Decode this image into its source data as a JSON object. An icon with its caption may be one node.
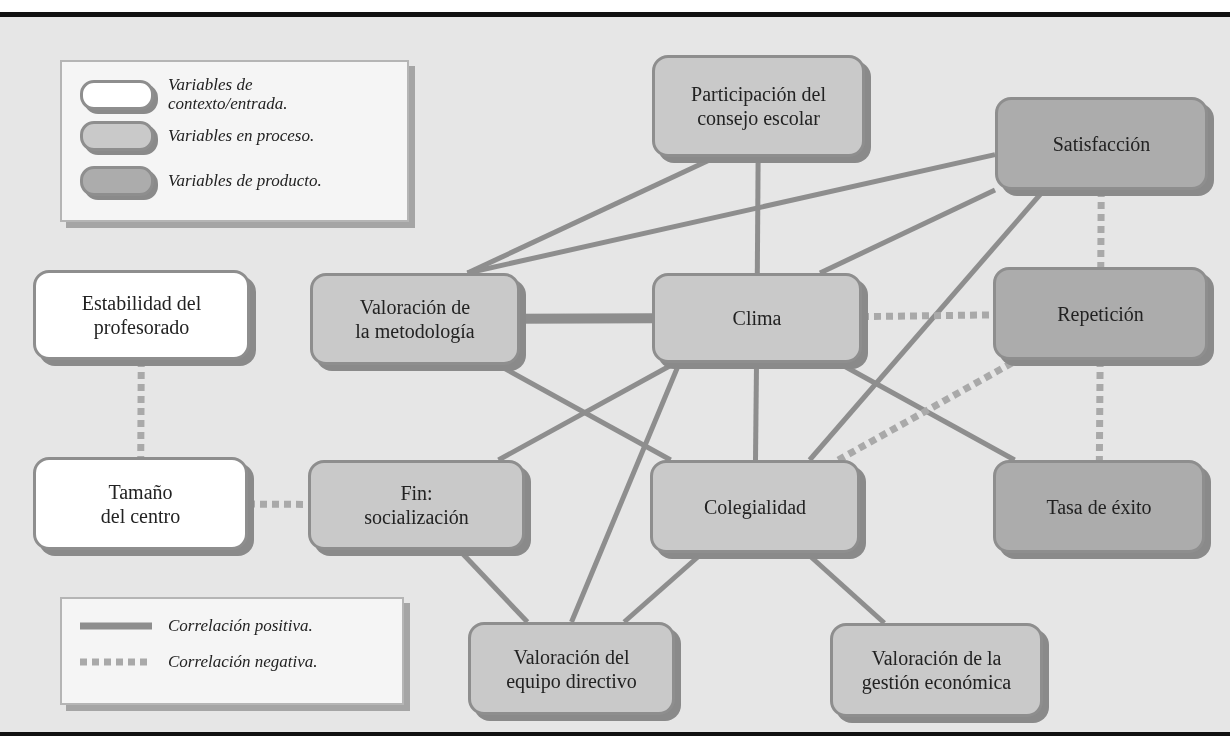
{
  "diagram": {
    "nodes": [
      {
        "text": [
          "Participación del consejo escolar"
        ]
      },
      {
        "text": [
          "Satisfacción"
        ]
      },
      {
        "text": [
          "Estabilidad del profesorado"
        ]
      },
      {
        "text": [
          "Valoración de la metodología"
        ]
      },
      {
        "text": [
          "Clima"
        ]
      },
      {
        "text": [
          "Repetición"
        ]
      },
      {
        "text": [
          "Tamaño del centro"
        ]
      },
      {
        "text": [
          "Fin: socialización"
        ]
      },
      {
        "text": [
          "Colegialidad"
        ]
      },
      {
        "text": [
          "Tasa de éxito"
        ]
      },
      {
        "text": [
          "Valoración del equipo directivo"
        ]
      },
      {
        "text": [
          "Valoración de la gestión económica"
        ]
      }
    ],
    "edges": [
      {
        "from": 0,
        "to": 3,
        "arrow": "none"
      },
      {
        "from": 0,
        "to": 4,
        "arrow": "none"
      },
      {
        "from": 1,
        "to": 3,
        "arrow": "none"
      },
      {
        "from": 1,
        "to": 4,
        "arrow": "none"
      },
      {
        "from": 1,
        "to": 8,
        "arrow": "none"
      },
      {
        "from": 3,
        "to": 4,
        "arrow": "none",
        "style": "thick"
      },
      {
        "from": 3,
        "to": 8,
        "arrow": "none"
      },
      {
        "from": 4,
        "to": 7,
        "arrow": "none"
      },
      {
        "from": 4,
        "to": 10,
        "arrow": "none"
      },
      {
        "from": 4,
        "to": 8,
        "arrow": "none"
      },
      {
        "from": 4,
        "to": 9,
        "arrow": "none"
      },
      {
        "from": 7,
        "to": 10,
        "arrow": "none"
      },
      {
        "from": 8,
        "to": 10,
        "arrow": "none"
      },
      {
        "from": 8,
        "to": 11,
        "arrow": "none"
      },
      {
        "from": 2,
        "to": 6,
        "arrow": "none",
        "style": "dashed"
      },
      {
        "from": 6,
        "to": 7,
        "arrow": "none",
        "style": "dashed"
      },
      {
        "from": 4,
        "to": 5,
        "arrow": "none",
        "style": "dashed"
      },
      {
        "from": 1,
        "to": 5,
        "arrow": "none",
        "style": "dashed"
      },
      {
        "from": 5,
        "to": 9,
        "arrow": "none",
        "style": "dashed"
      },
      {
        "from": 8,
        "to": 5,
        "arrow": "none",
        "style": "dashed"
      }
    ],
    "legend": [
      {
        "text": "Variables de contexto/entrada.",
        "color": "#ffffff"
      },
      {
        "text": "Variables en proceso.",
        "color": "#c9c9c9"
      },
      {
        "text": "Variables de producto.",
        "color": "#acacac"
      },
      {
        "text": "Correlación positiva."
      },
      {
        "text": "Correlación negativa."
      }
    ]
  }
}
